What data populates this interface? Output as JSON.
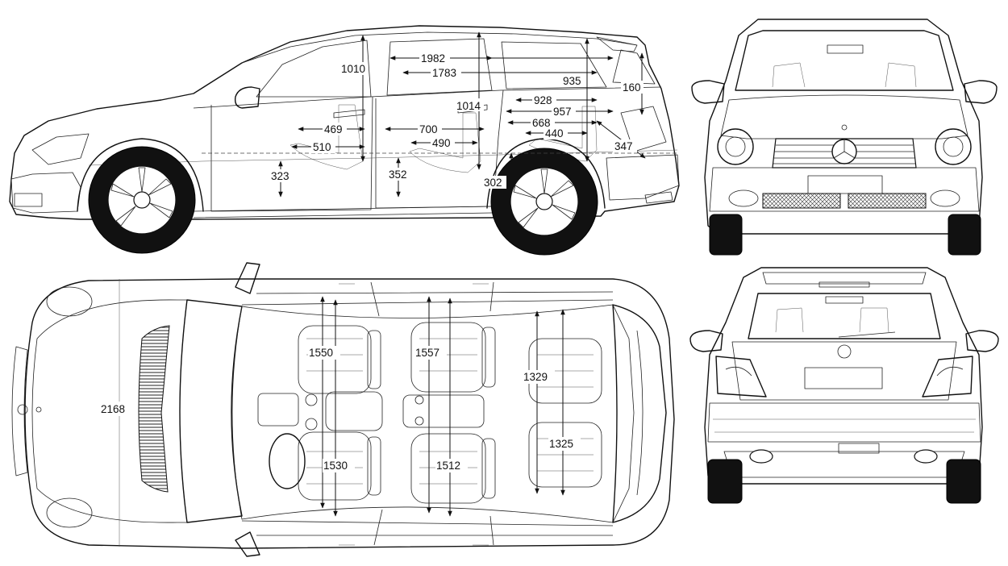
{
  "diagram": {
    "views": {
      "side": {
        "dimensions": [
          "1982",
          "1783",
          "1010",
          "1014",
          "935",
          "160",
          "928",
          "957",
          "668",
          "440",
          "347",
          "469",
          "510",
          "700",
          "490",
          "323",
          "352",
          "302"
        ]
      },
      "top": {
        "dimensions": [
          "2168",
          "1550",
          "1557",
          "1329",
          "1530",
          "1512",
          "1325"
        ]
      },
      "front": {},
      "rear": {}
    },
    "labels": {
      "d1982": "1982",
      "d1783": "1783",
      "d1010": "1010",
      "d1014": "1014",
      "d935": "935",
      "d160": "160",
      "d928": "928",
      "d957": "957",
      "d668": "668",
      "d440": "440",
      "d347": "347",
      "d469": "469",
      "d510": "510",
      "d700": "700",
      "d490": "490",
      "d323": "323",
      "d352": "352",
      "d302": "302",
      "d2168": "2168",
      "d1550": "1550",
      "d1557": "1557",
      "d1329": "1329",
      "d1530": "1530",
      "d1512": "1512",
      "d1325": "1325"
    }
  }
}
